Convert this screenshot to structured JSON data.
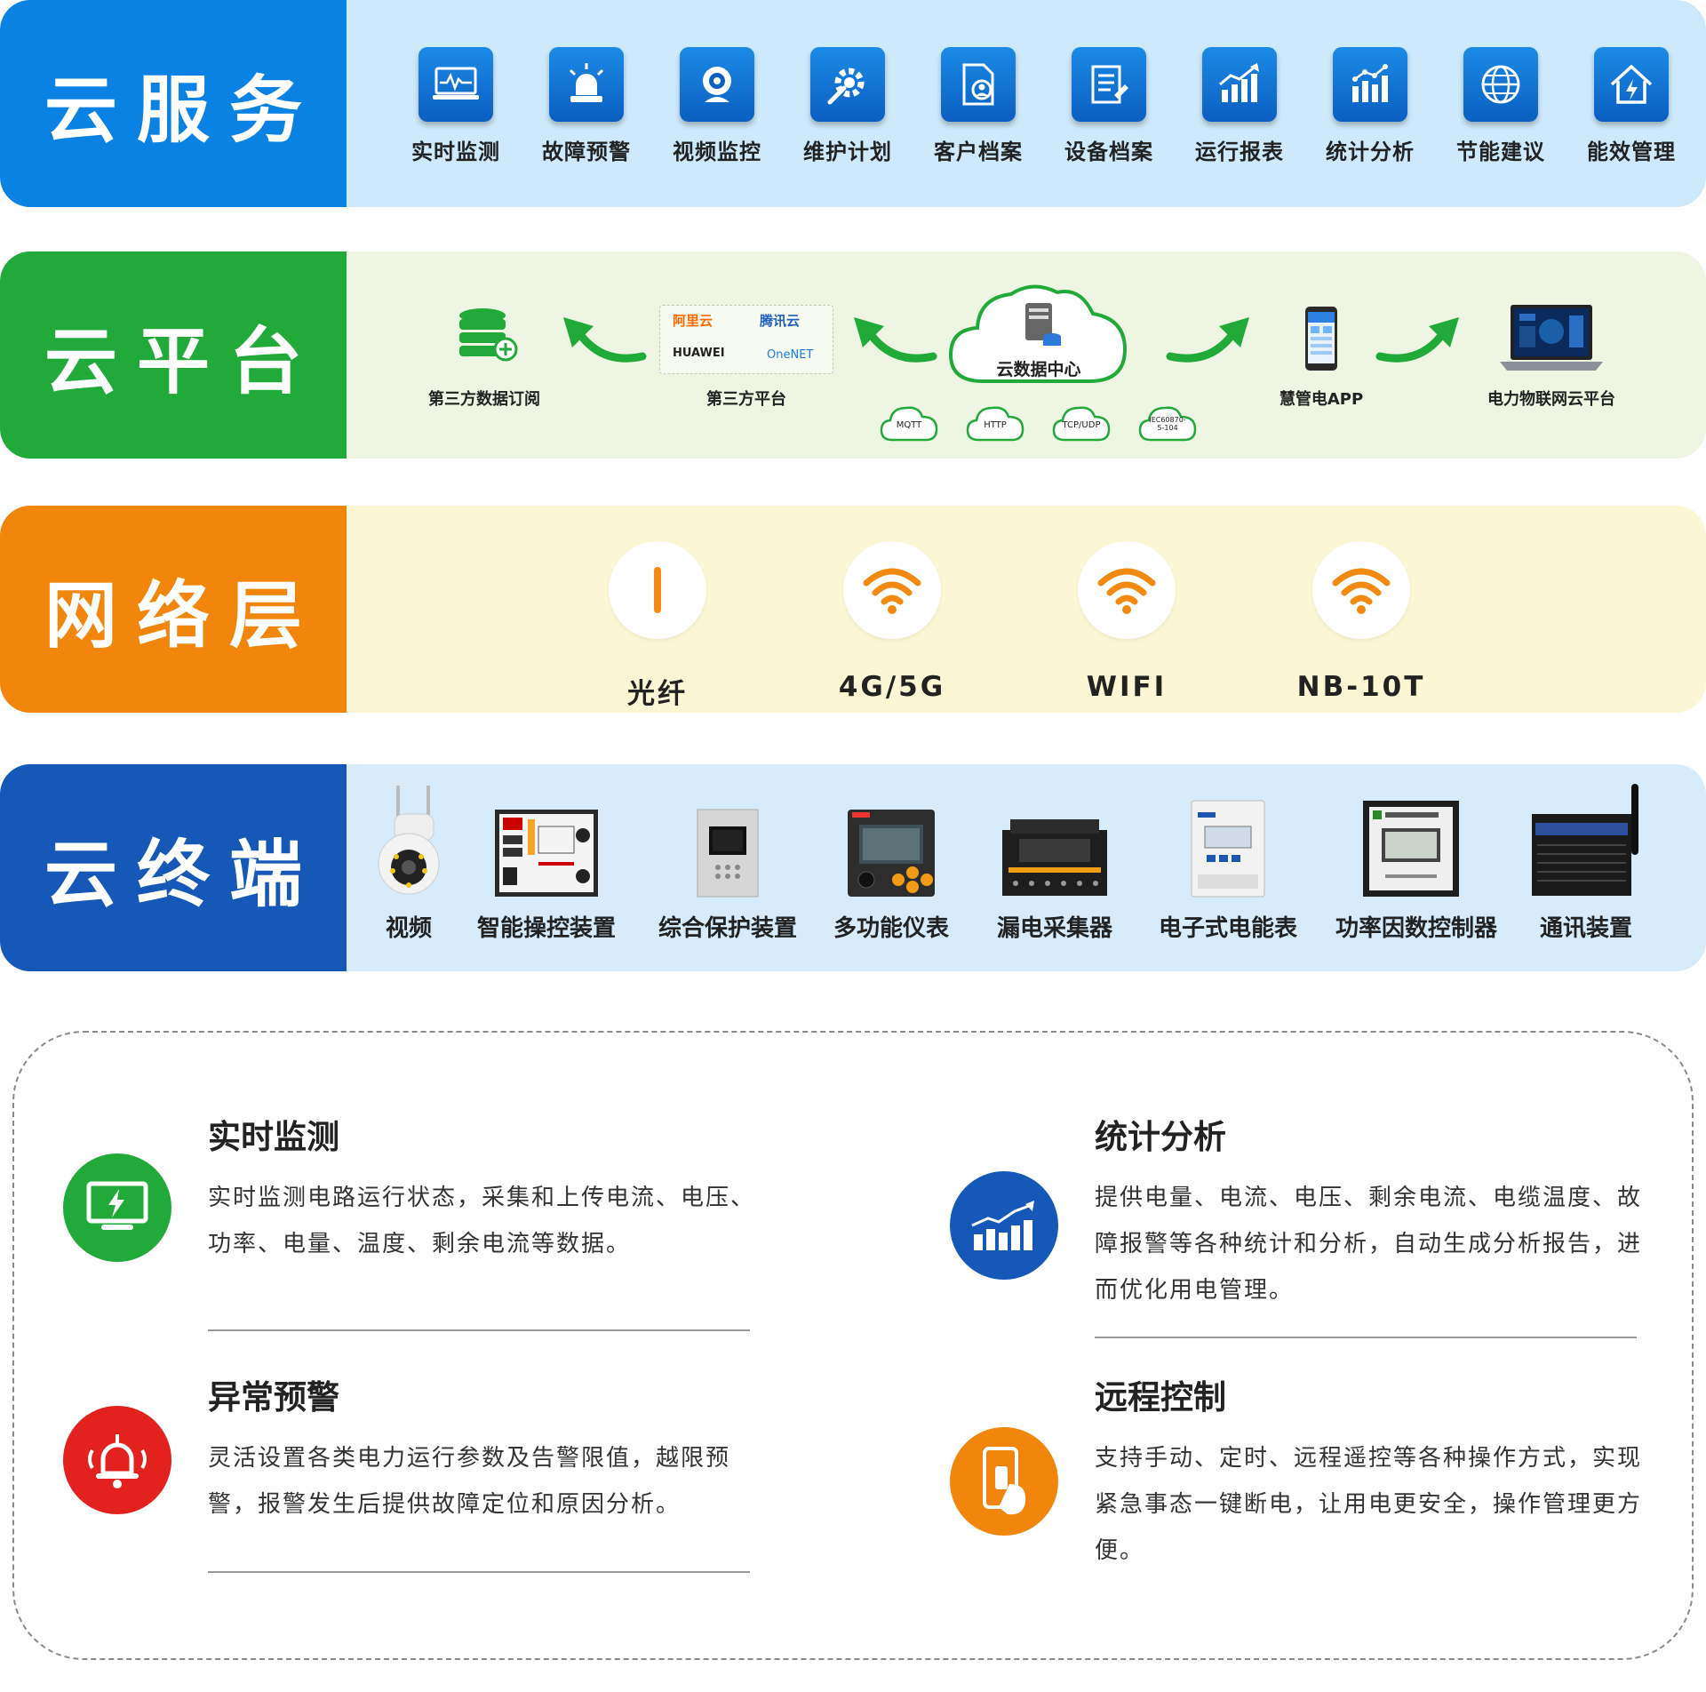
{
  "rows": {
    "service": {
      "label": "云服务",
      "items": [
        {
          "label": "实时监测",
          "icon": "monitor-icon"
        },
        {
          "label": "故障预警",
          "icon": "alarm-light-icon"
        },
        {
          "label": "视频监控",
          "icon": "camera-icon"
        },
        {
          "label": "维护计划",
          "icon": "maintenance-gear-icon"
        },
        {
          "label": "客户档案",
          "icon": "customer-file-icon"
        },
        {
          "label": "设备档案",
          "icon": "device-file-icon"
        },
        {
          "label": "运行报表",
          "icon": "report-chart-icon"
        },
        {
          "label": "统计分析",
          "icon": "statistics-chart-icon"
        },
        {
          "label": "节能建议",
          "icon": "globe-icon"
        },
        {
          "label": "能效管理",
          "icon": "energy-house-icon"
        }
      ]
    },
    "platform": {
      "label": "云平台",
      "data_subscription": "第三方数据订阅",
      "third_party": "第三方平台",
      "third_party_logos": [
        "阿里云",
        "腾讯云",
        "HUAWEI",
        "OneNET"
      ],
      "data_center": "云数据中心",
      "app": "慧管电APP",
      "iot_platform": "电力物联网云平台",
      "protocols": [
        "MQTT",
        "HTTP",
        "TCP/UDP",
        "IEC60870-5-104"
      ]
    },
    "network": {
      "label": "网络层",
      "items": [
        {
          "label": "光纤",
          "icon": "fiber-icon"
        },
        {
          "label": "4G/5G",
          "icon": "wifi-icon"
        },
        {
          "label": "WIFI",
          "icon": "wifi-icon"
        },
        {
          "label": "NB-10T",
          "icon": "wifi-icon"
        }
      ]
    },
    "terminal": {
      "label": "云终端",
      "items": [
        "视频",
        "智能操控装置",
        "综合保护装置",
        "多功能仪表",
        "漏电采集器",
        "电子式电能表",
        "功率因数控制器",
        "通讯装置"
      ]
    }
  },
  "features": [
    {
      "title": "实时监测",
      "desc": "实时监测电路运行状态，采集和上传电流、电压、功率、电量、温度、剩余电流等数据。",
      "color": "#21a93a",
      "icon": "monitor-lightning-icon"
    },
    {
      "title": "统计分析",
      "desc": "提供电量、电流、电压、剩余电流、电缆温度、故障报警等各种统计和分析，自动生成分析报告，进而优化用电管理。",
      "color": "#1558b8",
      "icon": "bar-chart-trend-icon"
    },
    {
      "title": "异常预警",
      "desc": "灵活设置各类电力运行参数及告警限值，越限预警，报警发生后提供故障定位和原因分析。",
      "color": "#e3221f",
      "icon": "alarm-bell-icon"
    },
    {
      "title": "远程控制",
      "desc": "支持手动、定时、远程遥控等各种操作方式，实现紧急事态一键断电，让用电更安全，操作管理更方便。",
      "color": "#f2860c",
      "icon": "remote-phone-icon"
    }
  ],
  "colors": {
    "service": "#0a82e3",
    "platform": "#21a93a",
    "network": "#f2860c",
    "terminal": "#1558b8",
    "wifi": "#f28a12"
  }
}
